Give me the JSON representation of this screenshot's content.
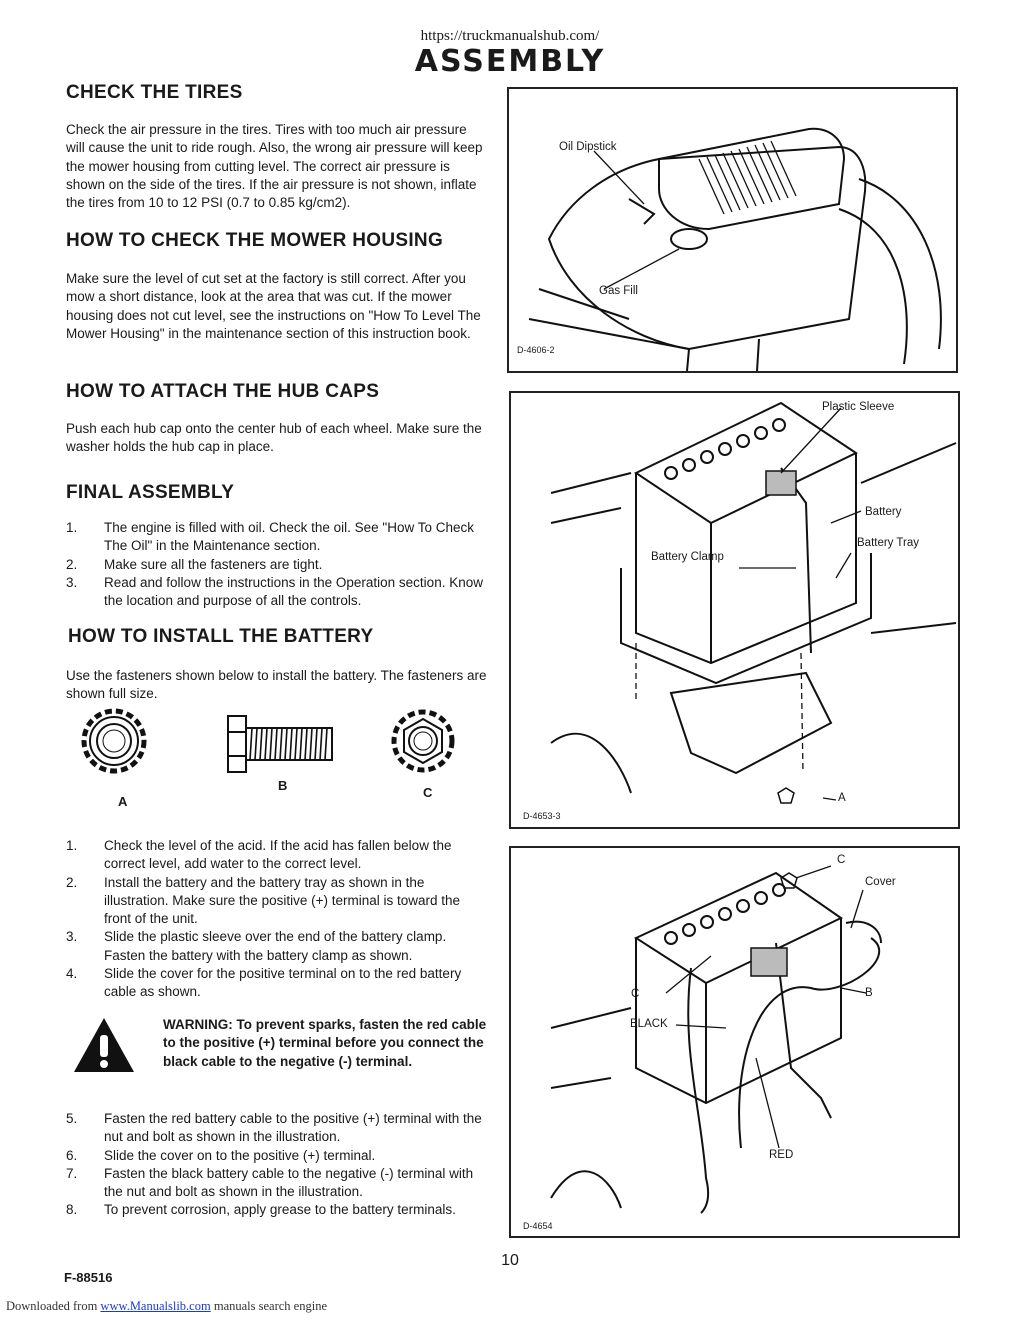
{
  "header": {
    "url": "https://truckmanualshub.com/",
    "title": "ASSEMBLY"
  },
  "sections": {
    "check_tires": {
      "heading": "CHECK THE TIRES",
      "body": "Check the air pressure in the tires. Tires with too much air pressure will cause the unit to ride rough. Also, the wrong air pressure will keep the mower housing from cutting level. The correct air pressure is shown on the side of the tires. If the air pressure is not shown, inflate the tires from 10 to 12 PSI (0.7 to 0.85 kg/cm2)."
    },
    "mower_housing": {
      "heading": "HOW TO CHECK THE MOWER HOUSING",
      "body": "Make sure the level of cut set at the factory is still correct. After you mow a short distance, look at the area that was cut. If the mower housing does not cut level, see the instructions on \"How To Level The Mower Housing\" in the maintenance section of this instruction book."
    },
    "hub_caps": {
      "heading": "HOW TO ATTACH THE HUB CAPS",
      "body": "Push each hub cap onto the center hub of each wheel. Make sure the washer holds the hub cap in place."
    },
    "final_assembly": {
      "heading": "FINAL ASSEMBLY",
      "items": [
        {
          "num": "1.",
          "text": "The engine is filled with oil. Check the oil. See \"How To Check The Oil\" in the Maintenance section."
        },
        {
          "num": "2.",
          "text": "Make sure all the fasteners are tight."
        },
        {
          "num": "3.",
          "text": "Read and follow the instructions in the Operation section. Know the location and purpose of all the controls."
        }
      ]
    },
    "install_battery": {
      "heading": "HOW TO INSTALL THE BATTERY",
      "intro": "Use the fasteners shown below to install the battery. The fasteners are shown full size.",
      "fasteners": [
        "A",
        "B",
        "C"
      ],
      "steps_a": [
        {
          "num": "1.",
          "text": "Check the level of the acid. If the acid has fallen below the correct level, add water to the correct level."
        },
        {
          "num": "2.",
          "text": "Install the battery and the battery tray as shown in the illustration. Make sure the positive (+) terminal is toward the front of the unit."
        },
        {
          "num": "3.",
          "text": "Slide the plastic sleeve over the end of the battery clamp. Fasten the battery with the battery clamp as shown."
        },
        {
          "num": "4.",
          "text": "Slide the cover for the positive terminal on to the red battery cable as shown."
        }
      ],
      "warning": "WARNING: To prevent sparks, fasten the red cable to the positive (+) terminal before you connect the black cable to the negative (-) terminal.",
      "steps_b": [
        {
          "num": "5.",
          "text": "Fasten the red battery cable to the positive (+) terminal with the nut and bolt as shown in the illustration."
        },
        {
          "num": "6.",
          "text": "Slide the cover on to the positive (+) terminal."
        },
        {
          "num": "7.",
          "text": "Fasten the black battery cable to the negative (-) terminal with the nut and bolt as shown in the illustration."
        },
        {
          "num": "8.",
          "text": "To prevent corrosion, apply grease to the battery terminals."
        }
      ]
    }
  },
  "figures": {
    "engine": {
      "code": "D-4606-2",
      "labels": {
        "oil_dipstick": "Oil Dipstick",
        "gas_fill": "Gas Fill"
      }
    },
    "battery_tray": {
      "code": "D-4653-3",
      "labels": {
        "plastic_sleeve": "Plastic Sleeve",
        "battery": "Battery",
        "battery_tray": "Battery Tray",
        "battery_clamp": "Battery Clamp",
        "a": "A"
      }
    },
    "battery_cables": {
      "code": "D-4654",
      "labels": {
        "c_top": "C",
        "cover": "Cover",
        "c_left": "C",
        "b": "B",
        "black": "BLACK",
        "red": "RED"
      }
    }
  },
  "footer": {
    "page_number": "10",
    "form_number": "F-88516",
    "downloaded_prefix": "Downloaded from",
    "site": "www.Manualslib.com",
    "suffix": "manuals search engine"
  }
}
